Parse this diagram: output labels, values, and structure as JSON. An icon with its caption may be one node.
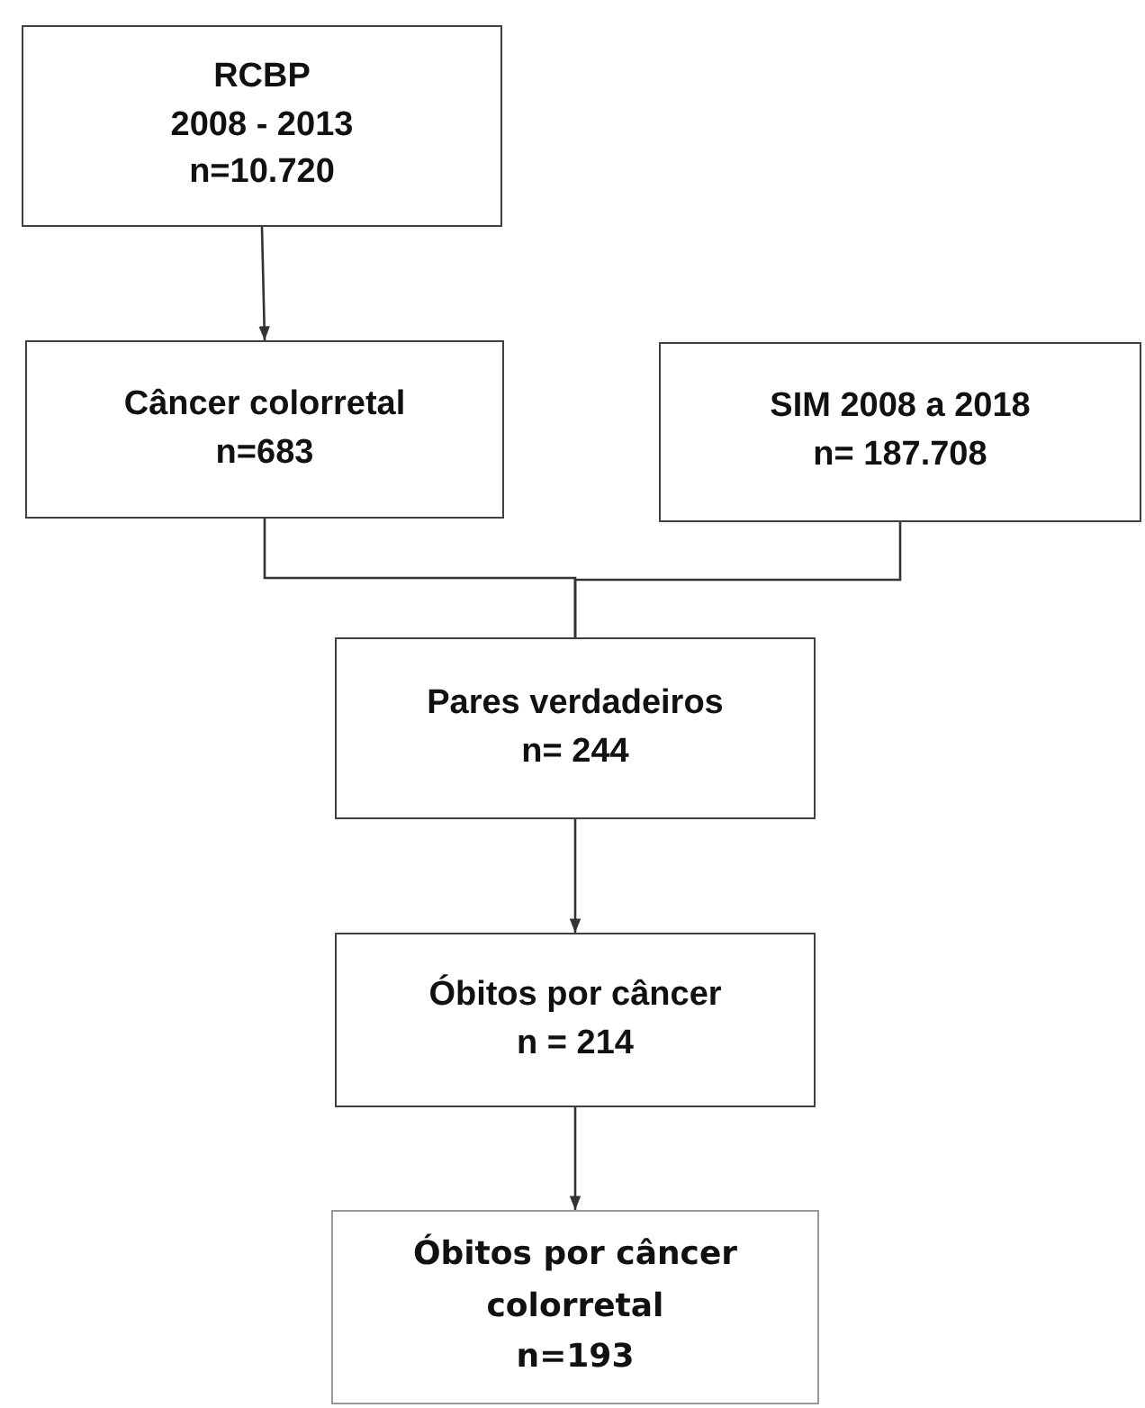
{
  "diagram": {
    "nodes": [
      {
        "text": [
          "RCBP",
          "2008 - 2013",
          "n=10.720"
        ]
      },
      {
        "text": [
          "Câncer colorretal",
          "n=683"
        ]
      },
      {
        "text": [
          "SIM 2008 a 2018",
          "n= 187.708"
        ]
      },
      {
        "text": [
          "Pares verdadeiros",
          "n= 244"
        ]
      },
      {
        "text": [
          "Óbitos por câncer",
          "n = 214"
        ]
      },
      {
        "text": [
          "Óbitos por câncer colorretal",
          "n=193"
        ]
      }
    ],
    "edges": [
      {
        "from": 0,
        "to": 1,
        "arrow": "to"
      },
      {
        "from": 1,
        "to": 3,
        "arrow": "none"
      },
      {
        "from": 2,
        "to": 3,
        "arrow": "none"
      },
      {
        "from": 3,
        "to": 4,
        "arrow": "to"
      },
      {
        "from": 4,
        "to": 5,
        "arrow": "to"
      }
    ]
  }
}
